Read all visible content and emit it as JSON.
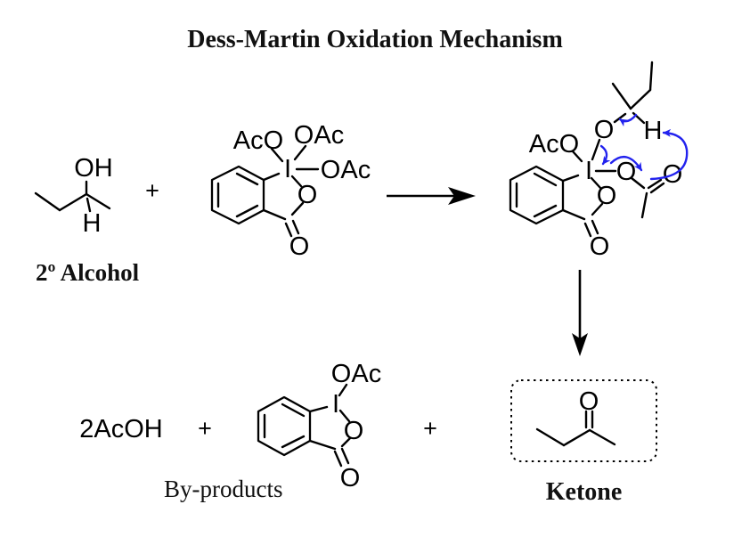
{
  "title": "Dess-Martin Oxidation Mechanism",
  "colors": {
    "red": "#ee0000",
    "green": "#00bb00",
    "blue": "#2222ee"
  },
  "step1": {
    "alcohol": {
      "oh": "OH",
      "h": "H",
      "caption": "2º Alcohol"
    },
    "plus": "+",
    "dmp": {
      "aco": "AcO",
      "oac_top": "OAc",
      "oac_right": "OAc",
      "iodine": "I",
      "ring_o": "O",
      "carbonyl_o": "O"
    }
  },
  "intermediate": {
    "aco": "AcO",
    "alkoxide_o": "O",
    "alpha_h": "H",
    "iodine": "I",
    "acetate_o": "O",
    "acetate_carbonyl_o": "O",
    "ring_o": "O",
    "carbonyl_o": "O"
  },
  "step2": {
    "acetic_acid": "2AcOH",
    "plus_left": "+",
    "byproduct": {
      "oac": "OAc",
      "iodine": "I",
      "ring_o": "O",
      "carbonyl_o": "O",
      "caption": "By-products"
    },
    "plus_right": "+",
    "ketone": {
      "o": "O",
      "caption": "Ketone"
    }
  }
}
